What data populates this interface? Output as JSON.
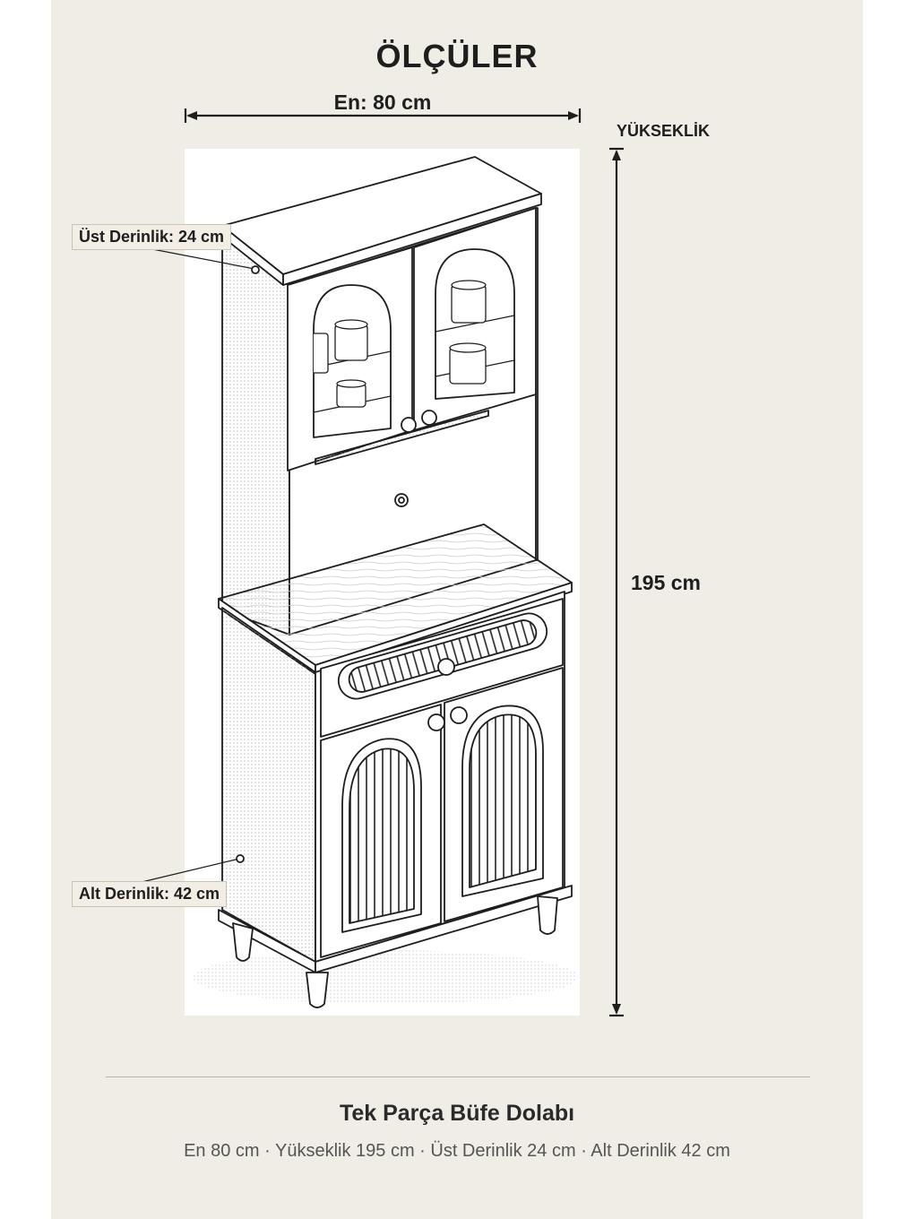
{
  "header": {
    "title": "ÖLÇÜLER"
  },
  "dimensions": {
    "width_label": "En: 80 cm",
    "height_heading": "YÜKSEKLİK",
    "height_value": "195 cm",
    "top_depth_label": "Üst Derinlik: 24 cm",
    "bottom_depth_label": "Alt Derinlik: 42 cm"
  },
  "footer": {
    "product_name": "Tek Parça Büfe Dolabı",
    "specs": "En 80 cm · Yükseklik 195 cm · Üst Derinlik 24 cm · Alt Derinlik 42 cm"
  },
  "colors": {
    "background": "#f0ede6",
    "ink": "#1e1e1e",
    "panel": "#ffffff"
  }
}
